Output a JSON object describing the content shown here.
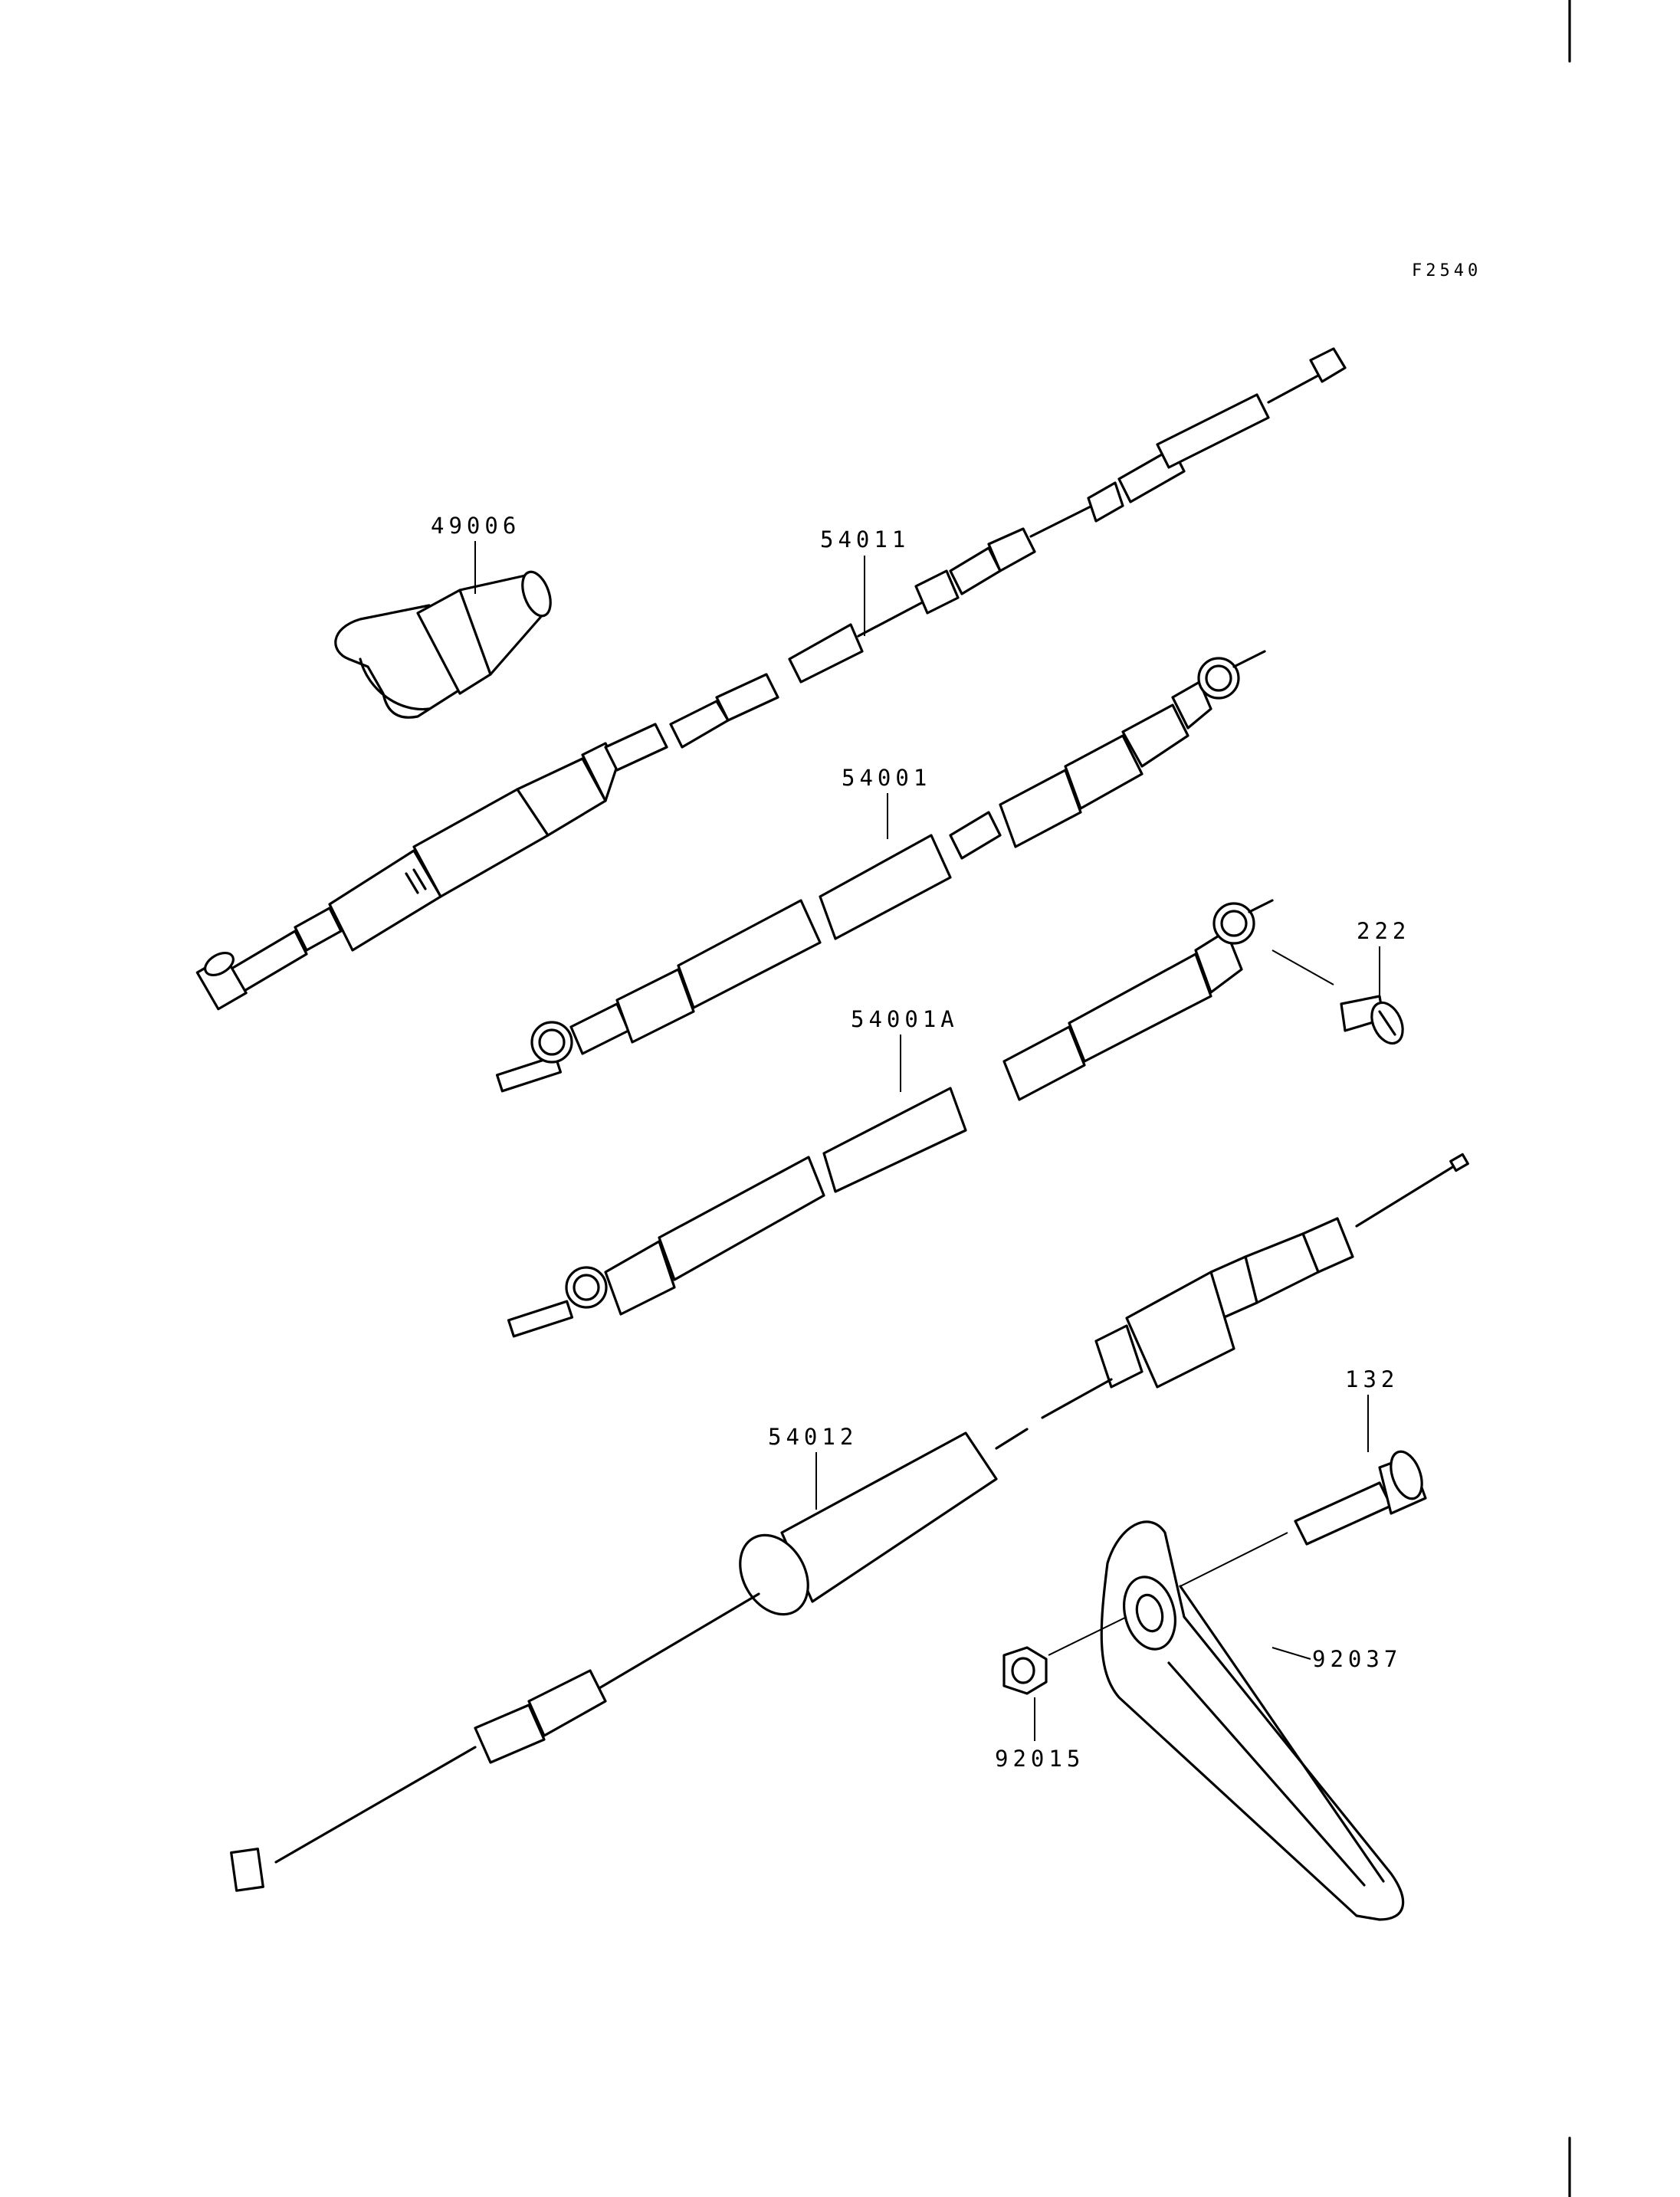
{
  "figure_id": "F2540",
  "parts": [
    {
      "id": "49006",
      "label": "49006"
    },
    {
      "id": "54011",
      "label": "54011"
    },
    {
      "id": "54001",
      "label": "54001"
    },
    {
      "id": "54001A",
      "label": "54001A"
    },
    {
      "id": "222",
      "label": "222"
    },
    {
      "id": "54012",
      "label": "54012"
    },
    {
      "id": "132",
      "label": "132"
    },
    {
      "id": "92037",
      "label": "92037"
    },
    {
      "id": "92015",
      "label": "92015"
    }
  ]
}
